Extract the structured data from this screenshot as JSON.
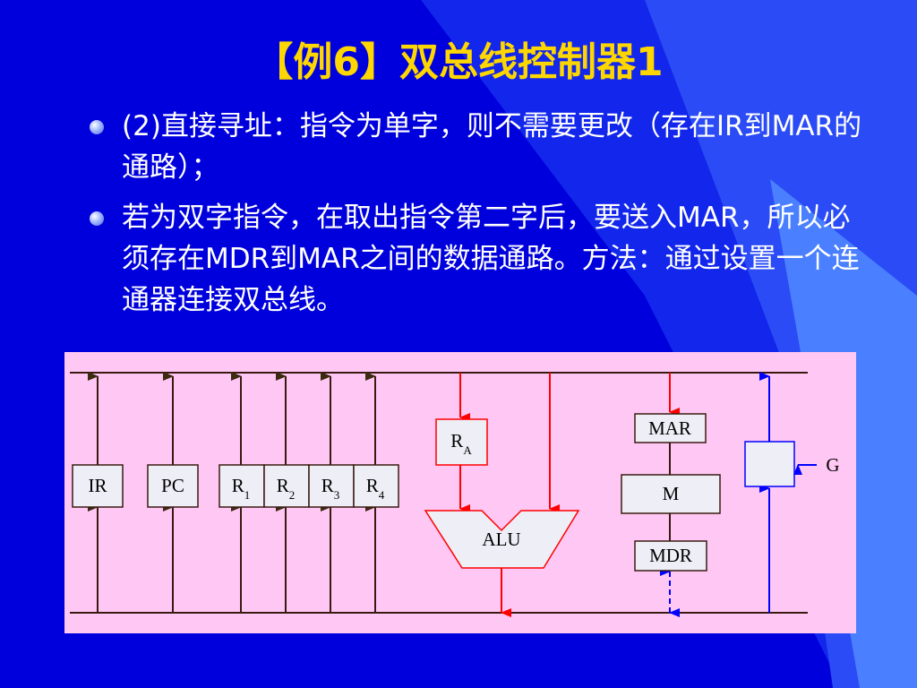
{
  "slide": {
    "title": "【例6】双总线控制器1",
    "bullets": [
      "(2)直接寻址：指令为单字，则不需要更改（存在IR到MAR的通路）；",
      "若为双字指令，在取出指令第二字后，要送入MAR，所以必须存在MDR到MAR之间的数据通路。方法：通过设置一个连通器连接双总线。"
    ]
  },
  "diagram": {
    "registers": {
      "ir": "IR",
      "pc": "PC",
      "r1": {
        "base": "R",
        "sub": "1"
      },
      "r2": {
        "base": "R",
        "sub": "2"
      },
      "r3": {
        "base": "R",
        "sub": "3"
      },
      "r4": {
        "base": "R",
        "sub": "4"
      }
    },
    "ra": {
      "base": "R",
      "sub": "A"
    },
    "alu": "ALU",
    "mar": "MAR",
    "m": "M",
    "mdr": "MDR",
    "g": "G"
  },
  "colors": {
    "background": "#0000dc",
    "title": "#ffd700",
    "diagram_bg": "#ffc8f4",
    "bus_line": "#3a1a10",
    "red_path": "#ff0000",
    "blue_path": "#0000ff"
  }
}
